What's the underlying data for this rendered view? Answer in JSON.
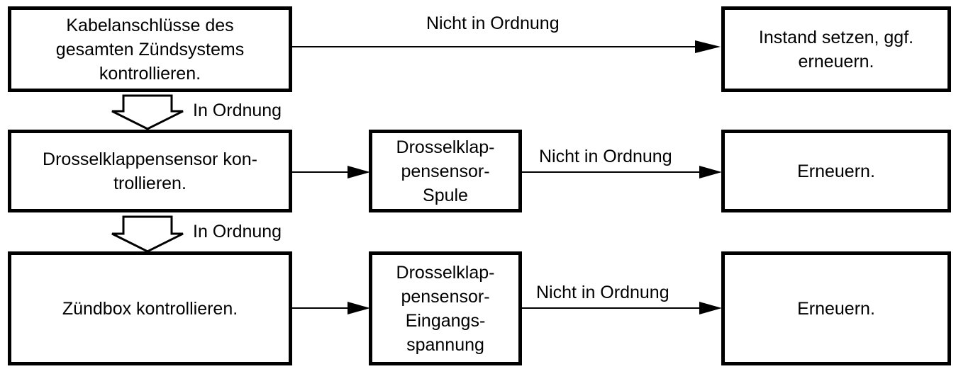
{
  "diagram": {
    "step1": {
      "text": "Kabelanschlüsse des\ngesamten Zündsystems\nkontrollieren."
    },
    "step1_fail": {
      "text": "Instand setzen, ggf.\nerneuern."
    },
    "step2": {
      "text": "Drosselklappensensor kon-\ntrollieren."
    },
    "step2_check": {
      "text": "Drosselklap-\npensensor-\nSpule"
    },
    "step2_fail": {
      "text": "Erneuern."
    },
    "step3": {
      "text": "Zündbox kontrollieren."
    },
    "step3_check": {
      "text": "Drosselklap-\npensensor-\nEingangs-\nspannung"
    },
    "step3_fail": {
      "text": "Erneuern."
    },
    "labels": {
      "not_ok_1": "Nicht in Ordnung",
      "ok_1": "In Ordnung",
      "not_ok_2": "Nicht in Ordnung",
      "ok_2": "In Ordnung",
      "not_ok_3": "Nicht in Ordnung"
    }
  }
}
